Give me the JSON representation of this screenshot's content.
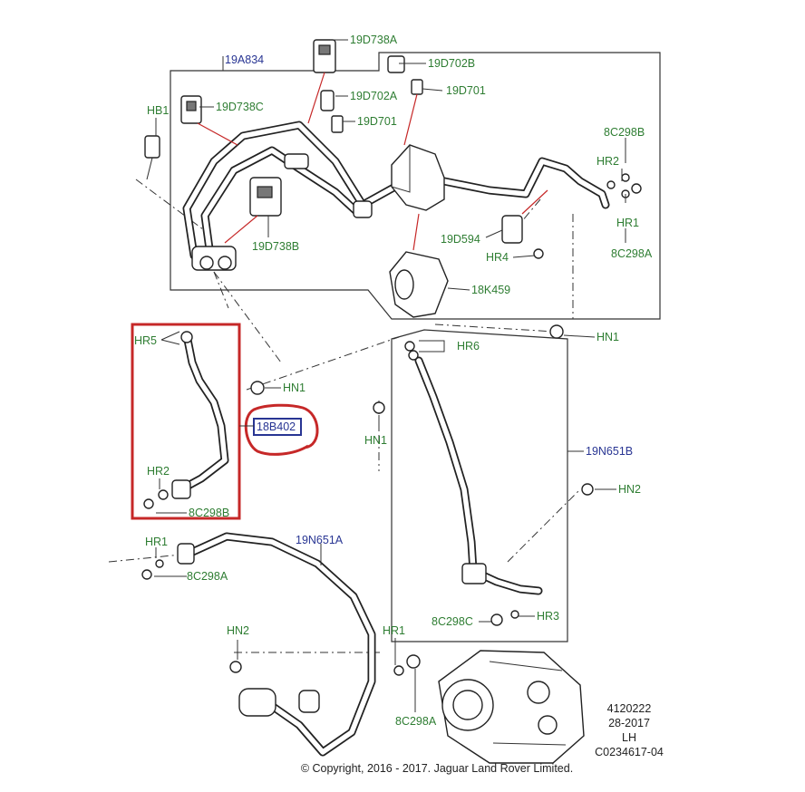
{
  "labels": {
    "l_19a834": "19A834",
    "l_19d738a": "19D738A",
    "l_19d702b": "19D702B",
    "l_19d701_top": "19D701",
    "l_19d702a": "19D702A",
    "l_19d701_mid": "19D701",
    "l_hb1": "HB1",
    "l_19d738c": "19D738C",
    "l_19d738b": "19D738B",
    "l_19d594": "19D594",
    "l_hr4": "HR4",
    "l_18k459": "18K459",
    "l_8c298b_top": "8C298B",
    "l_hr2_top": "HR2",
    "l_hr1_top": "HR1",
    "l_8c298a_top": "8C298A",
    "l_hn1_right": "HN1",
    "l_hr5": "HR5",
    "l_hn1_mid": "HN1",
    "l_18b402": "18B402",
    "l_hr2_left": "HR2",
    "l_8c298b_left": "8C298B",
    "l_hr6": "HR6",
    "l_hn1_center": "HN1",
    "l_19n651b": "19N651B",
    "l_hn2_right": "HN2",
    "l_hr1_left": "HR1",
    "l_8c298a_left": "8C298A",
    "l_19n651a": "19N651A",
    "l_8c298c": "8C298C",
    "l_hr3": "HR3",
    "l_hn2_left": "HN2",
    "l_hr1_bottom": "HR1",
    "l_8c298a_bottom": "8C298A"
  },
  "info": {
    "line1": "4120222",
    "line2": "28-2017",
    "line3": "LH",
    "line4": "C0234617-04"
  },
  "copyright": "© Copyright, 2016 - 2017. Jaguar Land Rover Limited.",
  "colors": {
    "part_label": "#2e7d32",
    "assembly_label": "#283593",
    "highlight": "#c62828"
  }
}
